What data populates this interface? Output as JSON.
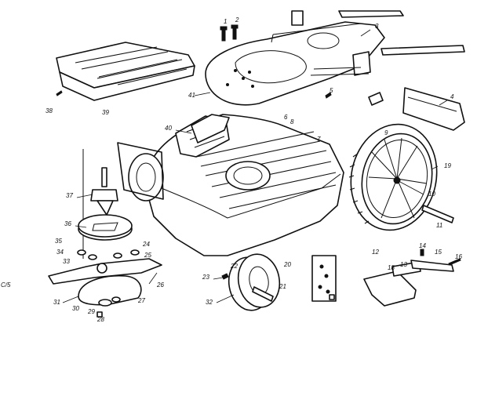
{
  "side_caption": "C/5",
  "labels": [
    {
      "id": "1",
      "text": "1"
    },
    {
      "id": "2",
      "text": "2"
    },
    {
      "id": "3",
      "text": "3"
    },
    {
      "id": "4",
      "text": "4"
    },
    {
      "id": "5",
      "text": "5"
    },
    {
      "id": "6",
      "text": "6"
    },
    {
      "id": "7",
      "text": "7"
    },
    {
      "id": "8",
      "text": "8"
    },
    {
      "id": "9",
      "text": "9"
    },
    {
      "id": "10",
      "text": "10"
    },
    {
      "id": "11",
      "text": "11"
    },
    {
      "id": "12",
      "text": "12"
    },
    {
      "id": "13",
      "text": "13"
    },
    {
      "id": "14",
      "text": "14"
    },
    {
      "id": "15",
      "text": "15"
    },
    {
      "id": "16",
      "text": "16"
    },
    {
      "id": "18",
      "text": "18"
    },
    {
      "id": "19",
      "text": "19"
    },
    {
      "id": "20",
      "text": "20"
    },
    {
      "id": "21",
      "text": "21"
    },
    {
      "id": "22",
      "text": "22"
    },
    {
      "id": "23",
      "text": "23"
    },
    {
      "id": "24",
      "text": "24"
    },
    {
      "id": "25",
      "text": "25"
    },
    {
      "id": "26",
      "text": "26"
    },
    {
      "id": "27",
      "text": "27"
    },
    {
      "id": "28",
      "text": "28"
    },
    {
      "id": "29",
      "text": "29"
    },
    {
      "id": "30",
      "text": "30"
    },
    {
      "id": "31",
      "text": "31"
    },
    {
      "id": "32",
      "text": "32"
    },
    {
      "id": "33",
      "text": "33"
    },
    {
      "id": "34",
      "text": "34"
    },
    {
      "id": "35",
      "text": "35"
    },
    {
      "id": "36",
      "text": "36"
    },
    {
      "id": "37",
      "text": "37"
    },
    {
      "id": "38",
      "text": "38"
    },
    {
      "id": "39",
      "text": "39"
    },
    {
      "id": "40",
      "text": "40"
    },
    {
      "id": "41",
      "text": "41"
    }
  ]
}
